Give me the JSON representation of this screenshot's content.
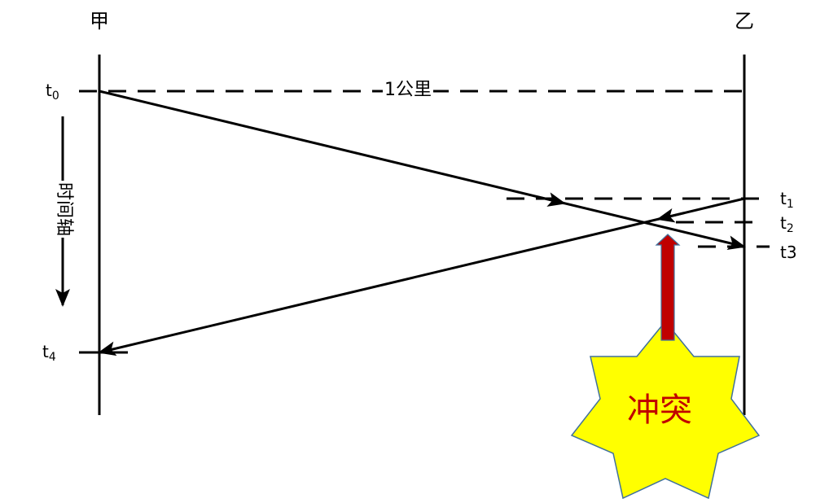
{
  "diagram": {
    "type": "sequence-timing",
    "stations": {
      "left": "甲",
      "right": "乙"
    },
    "distance_label": "1公里",
    "time_axis_label": "时间轴",
    "time_marks": {
      "t0": {
        "base": "t",
        "sub": "0"
      },
      "t1": {
        "base": "t",
        "sub": "1"
      },
      "t2": {
        "base": "t",
        "sub": "2"
      },
      "t3": {
        "base": "t3",
        "sub": ""
      },
      "t4": {
        "base": "t",
        "sub": "4"
      }
    },
    "collision_label": "冲突",
    "colors": {
      "line": "#000000",
      "star_fill": "#FFFF00",
      "star_stroke": "#41719C",
      "arrow_fill": "#C00000",
      "collision_text": "#C00000"
    }
  }
}
